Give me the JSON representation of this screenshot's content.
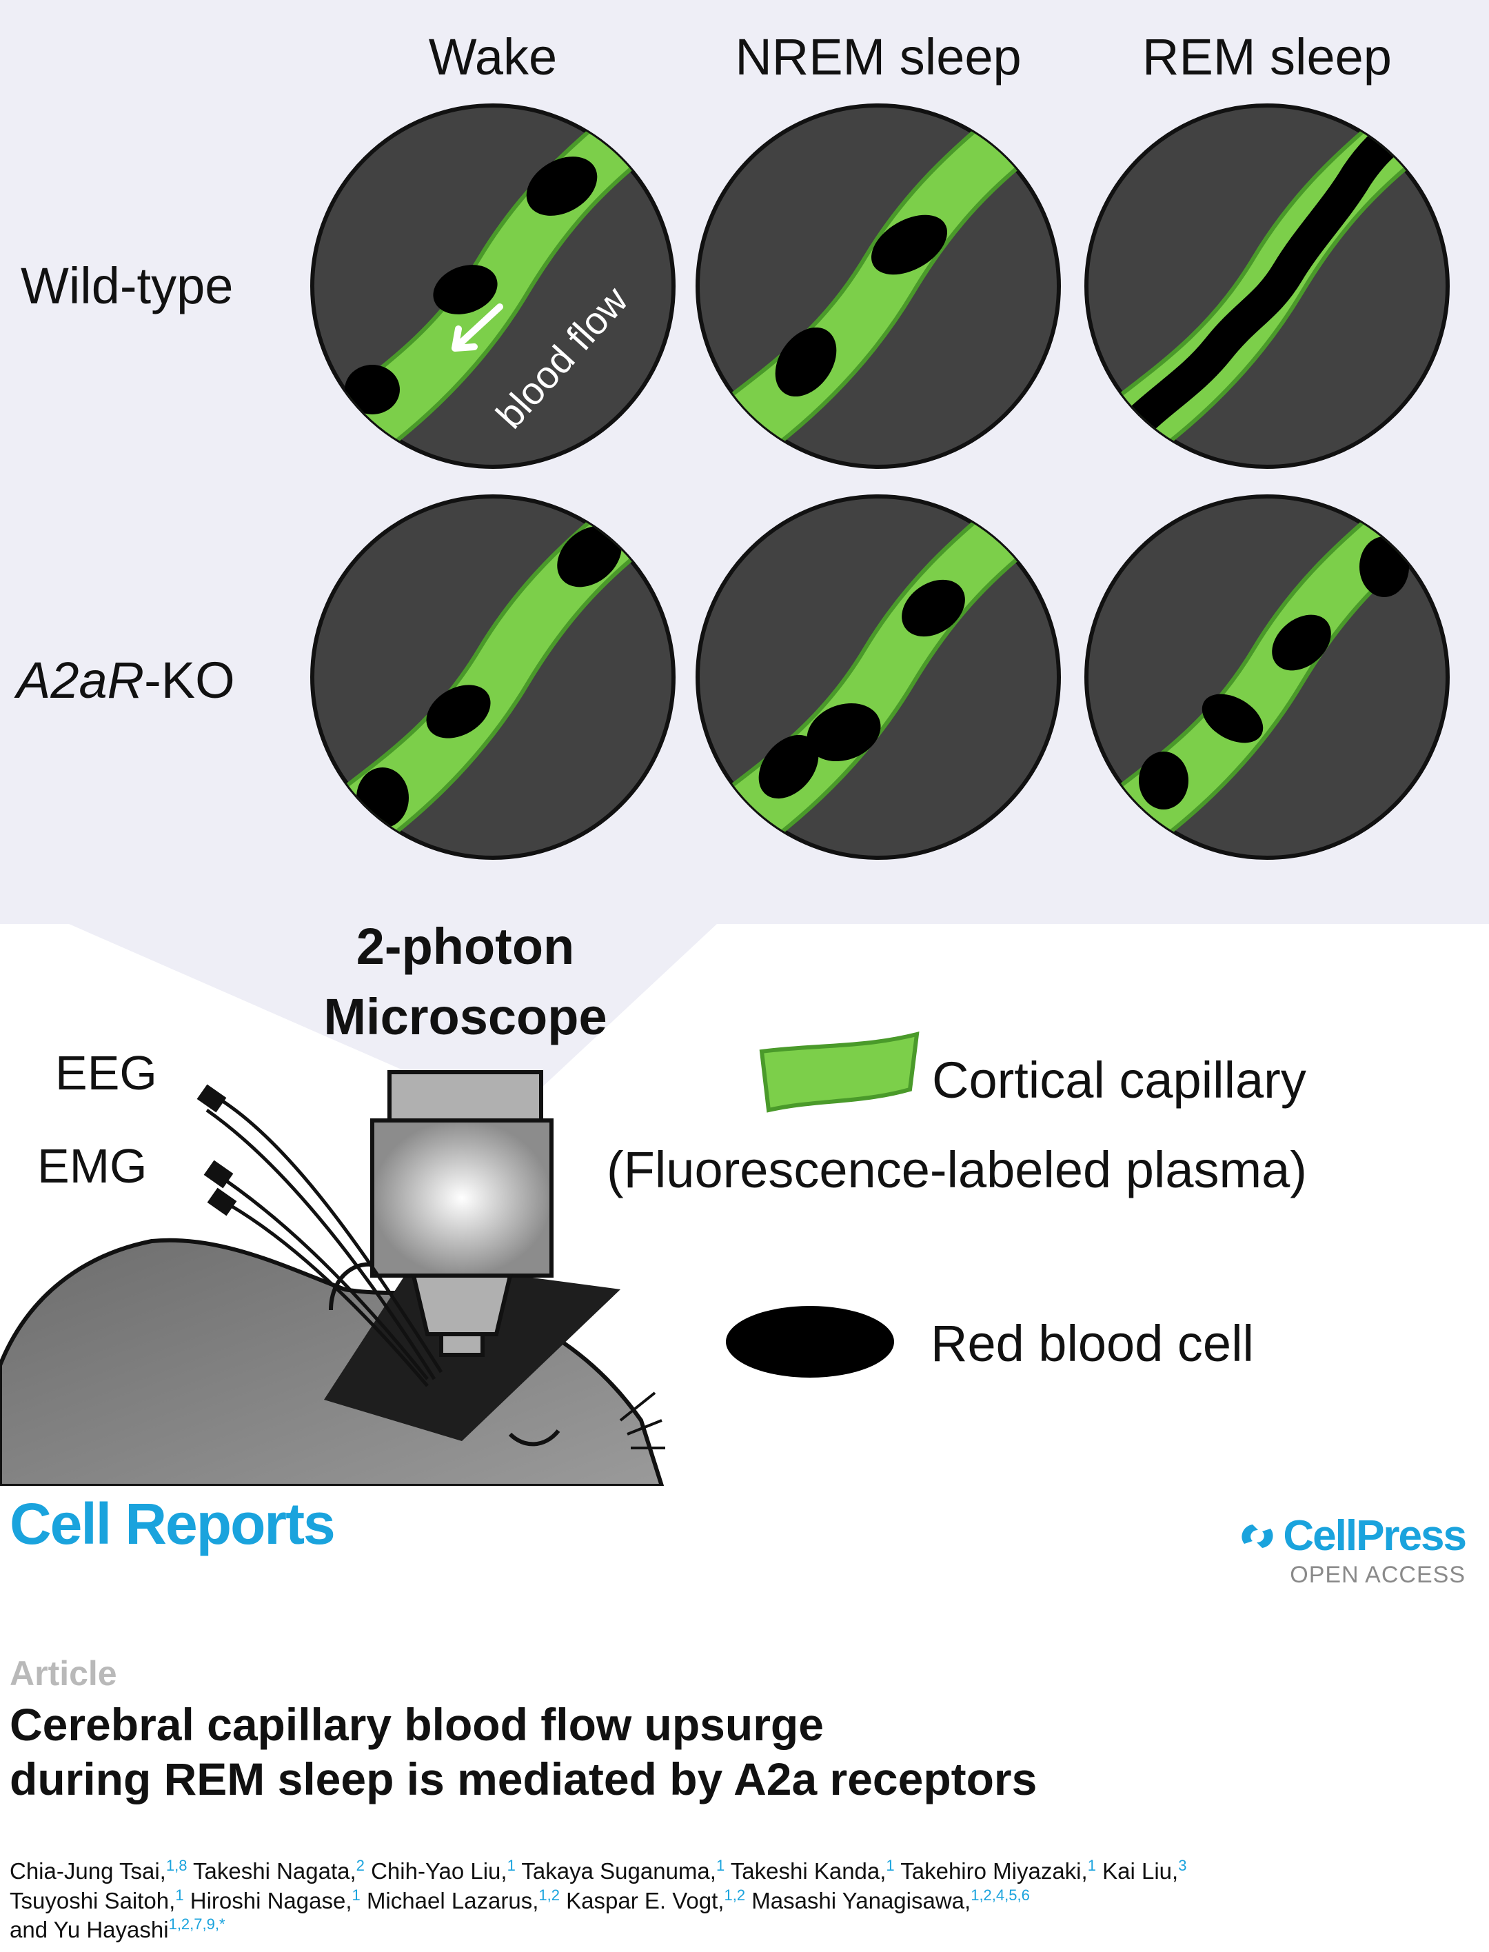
{
  "figure": {
    "column_headers": [
      "Wake",
      "NREM sleep",
      "REM sleep"
    ],
    "row_labels": [
      {
        "italic": "",
        "plain": "Wild-type"
      },
      {
        "italic": "A2aR",
        "plain": "-KO"
      }
    ],
    "flow_label": "blood flow",
    "microscope_label_line1": "2-photon",
    "microscope_label_line2": "Microscope",
    "eeg_label": "EEG",
    "emg_label": "EMG",
    "legend": {
      "capillary_line1": "Cortical capillary",
      "capillary_line2": "(Fluorescence-labeled plasma)",
      "rbc": "Red blood cell"
    },
    "colors": {
      "panel_bg": "#eeeef6",
      "disc": "#424242",
      "capillary": "#7ccf4a",
      "capillary_edge": "#4a9a2a",
      "rbc": "#000000",
      "microscope": "#b0b0b0"
    }
  },
  "journal": {
    "name": "Cell Reports"
  },
  "publisher": {
    "name": "CellPress",
    "access": "OPEN ACCESS"
  },
  "article": {
    "type": "Article",
    "title_line1": "Cerebral capillary blood flow upsurge",
    "title_line2": "during REM sleep is mediated by A2a receptors"
  },
  "authors": [
    {
      "name": "Chia-Jung Tsai,",
      "aff": "1,8"
    },
    {
      "name": "Takeshi Nagata,",
      "aff": "2"
    },
    {
      "name": "Chih-Yao Liu,",
      "aff": "1"
    },
    {
      "name": "Takaya Suganuma,",
      "aff": "1"
    },
    {
      "name": "Takeshi Kanda,",
      "aff": "1"
    },
    {
      "name": "Takehiro Miyazaki,",
      "aff": "1"
    },
    {
      "name": "Kai Liu,",
      "aff": "3"
    },
    {
      "name": "Tsuyoshi Saitoh,",
      "aff": "1"
    },
    {
      "name": "Hiroshi Nagase,",
      "aff": "1"
    },
    {
      "name": "Michael Lazarus,",
      "aff": "1,2"
    },
    {
      "name": "Kaspar E. Vogt,",
      "aff": "1,2"
    },
    {
      "name": "Masashi Yanagisawa,",
      "aff": "1,2,4,5,6"
    },
    {
      "name": "and Yu Hayashi",
      "aff": "1,2,7,9,*"
    }
  ]
}
